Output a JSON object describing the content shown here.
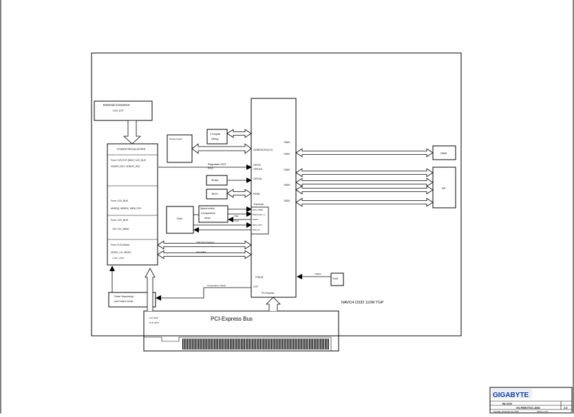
{
  "blocks": {
    "ext_conn": {
      "title": "External Connector",
      "sub": "+12V_EXT"
    },
    "power": {
      "title": "POWER REGULATORS",
      "s1_line1": "From +12V EXT (BUS) +12V_BUS",
      "s1_line2": "VDDCR_GFX, VDDCR_SOC",
      "s2_line1": "From +12V_BUS",
      "s2_line2": "MVDDQ, MVDDC, MEM_PHY",
      "s3_line1": "From +12V_BUS",
      "s3_line2": "+5V          +3V_VBIAS",
      "s4_line1": "From +3.3V Board",
      "s4_line2": "VDDIO_1.8, VDDIO",
      "s4_line3": "+1.8V, +0.9V"
    },
    "debug_header": "Debug header",
    "ddr": {
      "line1": "2 Graphic",
      "line2": "Debug"
    },
    "gpu": {
      "ports": [
        "TMDS",
        "TMDS",
        "TMDS",
        "TMDS",
        "TMDS"
      ],
      "gpio_main": "GENERIC/I2C[1:0]",
      "gpio0": "GPIO0",
      "gpio1": "GPIO15",
      "gpio2": "GPIO3x",
      "rom": "ROM",
      "thermal": "Thermal",
      "therm_pins": [
        "FAN_PWM",
        "PROCHOT_L",
        "VHOT",
        "FAN_OUT",
        "FAN_IN"
      ],
      "xtal": "XTALIN",
      "ctf": "CTF",
      "pcie": "PCI Express",
      "label": "NAVI14 D332 110W TGP"
    },
    "regulator_hot": {
      "line1": "Regulator HOT",
      "line2": "PCC"
    },
    "straps": "Straps",
    "bios": "BIOS",
    "fan": "FAN",
    "fan_ctrl": {
      "line1": "Speed control",
      "line2": "& temperature",
      "line3": "sense",
      "sig1": "PWM",
      "sig2": "TACH"
    },
    "hdmi": "HDMI",
    "dp": "DP",
    "clock": {
      "title": "Clock",
      "sig": "Xtalline"
    },
    "bus_labels": {
      "l1": "PCIE Power Sequence",
      "l2": "Core enable"
    },
    "temp_critical": "Temperature Critical",
    "power_seq": {
      "line1": "Power Sequencing",
      "line2": "and Control Circuit"
    },
    "pcie_bus": {
      "title": "PCI-Express Bus",
      "pin1": "+12V_BUS",
      "pin2": "+3.3V_BUS"
    }
  },
  "title_block": {
    "logo": "GIGABYTE",
    "title": "BLOCK",
    "model": "GV-R55XTOC-8GD",
    "rev": "1.0",
    "date_label": "Tuesday, November 20, 2019",
    "sheet": "Sheet 1 of 41"
  }
}
